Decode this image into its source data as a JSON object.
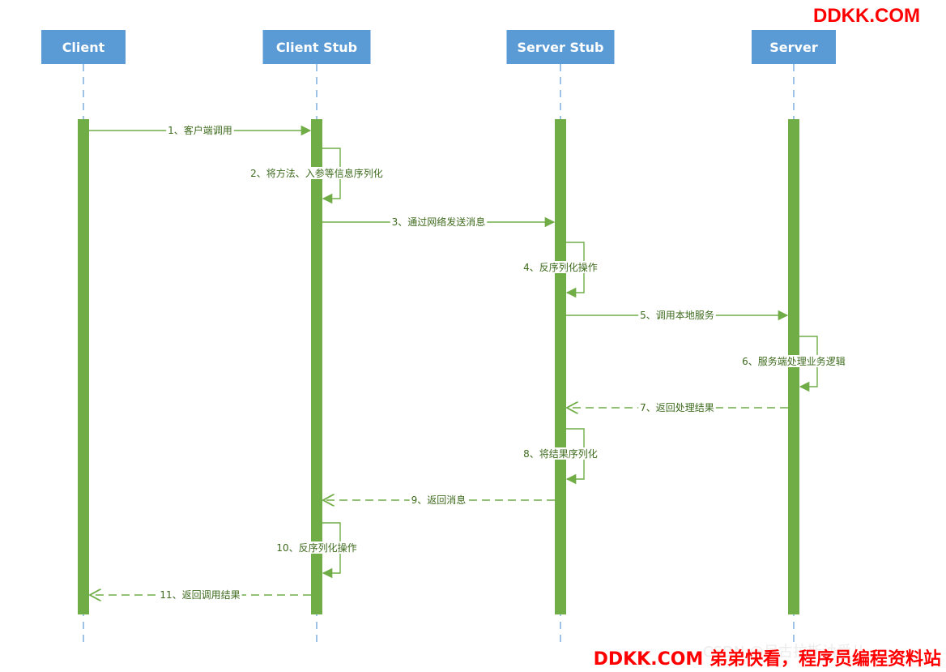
{
  "actors": [
    {
      "id": "client",
      "label": "Client"
    },
    {
      "id": "client_stub",
      "label": "Client Stub"
    },
    {
      "id": "server_stub",
      "label": "Server Stub"
    },
    {
      "id": "server",
      "label": "Server"
    }
  ],
  "messages": [
    {
      "label": "1、客户端调用",
      "from": "client",
      "to": "client_stub",
      "style": "solid"
    },
    {
      "label": "2、将方法、入参等信息序列化",
      "from": "client_stub",
      "to": "client_stub",
      "style": "self"
    },
    {
      "label": "3、通过网络发送消息",
      "from": "client_stub",
      "to": "server_stub",
      "style": "solid"
    },
    {
      "label": "4、反序列化操作",
      "from": "server_stub",
      "to": "server_stub",
      "style": "self"
    },
    {
      "label": "5、调用本地服务",
      "from": "server_stub",
      "to": "server",
      "style": "solid"
    },
    {
      "label": "6、服务端处理业务逻辑",
      "from": "server",
      "to": "server",
      "style": "self"
    },
    {
      "label": "7、返回处理结果",
      "from": "server",
      "to": "server_stub",
      "style": "dashed"
    },
    {
      "label": "8、将结果序列化",
      "from": "server_stub",
      "to": "server_stub",
      "style": "self"
    },
    {
      "label": "9、返回消息",
      "from": "server_stub",
      "to": "client_stub",
      "style": "dashed"
    },
    {
      "label": "10、反序列化操作",
      "from": "client_stub",
      "to": "client_stub",
      "style": "self"
    },
    {
      "label": "11、返回调用结果",
      "from": "client_stub",
      "to": "client",
      "style": "dashed"
    }
  ],
  "colors": {
    "actor": "#5b9bd5",
    "lifeline": "#5b9bd5",
    "activation": "#70ad47",
    "message": "#70ad47",
    "label": "#3e6b1e",
    "watermark": "#ff0000"
  },
  "watermarks": {
    "top": "DDKK.COM",
    "csdn": "CSDN @尼古拉斯讷爱儿",
    "bottom": "DDKK.COM 弟弟快看，程序员编程资料站"
  }
}
